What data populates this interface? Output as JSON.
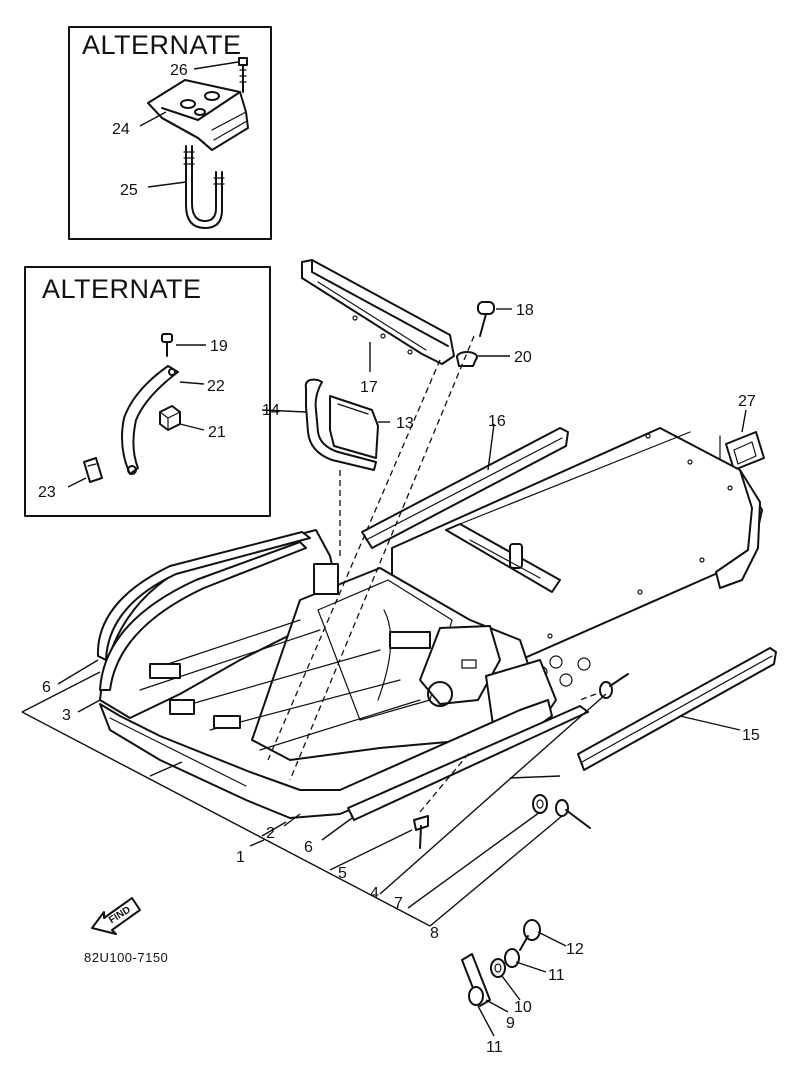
{
  "insets": [
    {
      "title": "ALTERNATE"
    },
    {
      "title": "ALTERNATE"
    }
  ],
  "callouts": {
    "p1": "1",
    "p2": "2",
    "p3": "3",
    "p4": "4",
    "p5": "5",
    "p6a": "6",
    "p6b": "6",
    "p7": "7",
    "p8": "8",
    "p9": "9",
    "p10": "10",
    "p11a": "11",
    "p11b": "11",
    "p12": "12",
    "p13": "13",
    "p14": "14",
    "p15": "15",
    "p16": "16",
    "p17": "17",
    "p18": "18",
    "p19": "19",
    "p20": "20",
    "p21": "21",
    "p22": "22",
    "p23": "23",
    "p24": "24",
    "p25": "25",
    "p26": "26",
    "p27": "27"
  },
  "find_label": "FIND",
  "drawing_code": "82U100-7150"
}
